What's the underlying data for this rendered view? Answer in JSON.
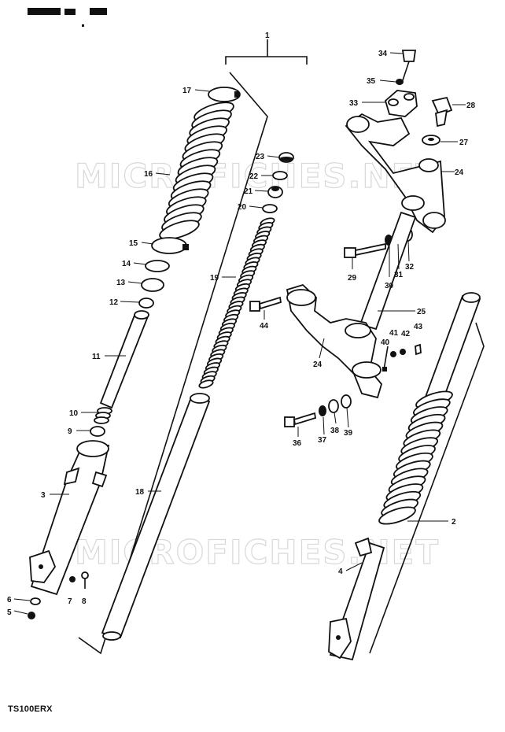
{
  "model_code": "TS100ERX",
  "watermark_text": "MICROFICHES.NET",
  "callouts": [
    {
      "id": "c1",
      "label": "1"
    },
    {
      "id": "c2",
      "label": "2"
    },
    {
      "id": "c3",
      "label": "3"
    },
    {
      "id": "c4",
      "label": "4"
    },
    {
      "id": "c5",
      "label": "5"
    },
    {
      "id": "c6",
      "label": "6"
    },
    {
      "id": "c7",
      "label": "7"
    },
    {
      "id": "c8",
      "label": "8"
    },
    {
      "id": "c9",
      "label": "9"
    },
    {
      "id": "c10",
      "label": "10"
    },
    {
      "id": "c11",
      "label": "11"
    },
    {
      "id": "c12",
      "label": "12"
    },
    {
      "id": "c13",
      "label": "13"
    },
    {
      "id": "c14",
      "label": "14"
    },
    {
      "id": "c15",
      "label": "15"
    },
    {
      "id": "c16",
      "label": "16"
    },
    {
      "id": "c17",
      "label": "17"
    },
    {
      "id": "c18",
      "label": "18"
    },
    {
      "id": "c19",
      "label": "19"
    },
    {
      "id": "c20",
      "label": "20"
    },
    {
      "id": "c21",
      "label": "21"
    },
    {
      "id": "c22",
      "label": "22"
    },
    {
      "id": "c23",
      "label": "23"
    },
    {
      "id": "c24a",
      "label": "24"
    },
    {
      "id": "c24b",
      "label": "24"
    },
    {
      "id": "c25",
      "label": "25"
    },
    {
      "id": "c27",
      "label": "27"
    },
    {
      "id": "c28",
      "label": "28"
    },
    {
      "id": "c29",
      "label": "29"
    },
    {
      "id": "c30",
      "label": "30"
    },
    {
      "id": "c31",
      "label": "31"
    },
    {
      "id": "c32",
      "label": "32"
    },
    {
      "id": "c33",
      "label": "33"
    },
    {
      "id": "c34",
      "label": "34"
    },
    {
      "id": "c35",
      "label": "35"
    },
    {
      "id": "c36",
      "label": "36"
    },
    {
      "id": "c37",
      "label": "37"
    },
    {
      "id": "c38",
      "label": "38"
    },
    {
      "id": "c39",
      "label": "39"
    },
    {
      "id": "c40",
      "label": "40"
    },
    {
      "id": "c41",
      "label": "41"
    },
    {
      "id": "c42",
      "label": "42"
    },
    {
      "id": "c43",
      "label": "43"
    },
    {
      "id": "c44",
      "label": "44"
    }
  ]
}
